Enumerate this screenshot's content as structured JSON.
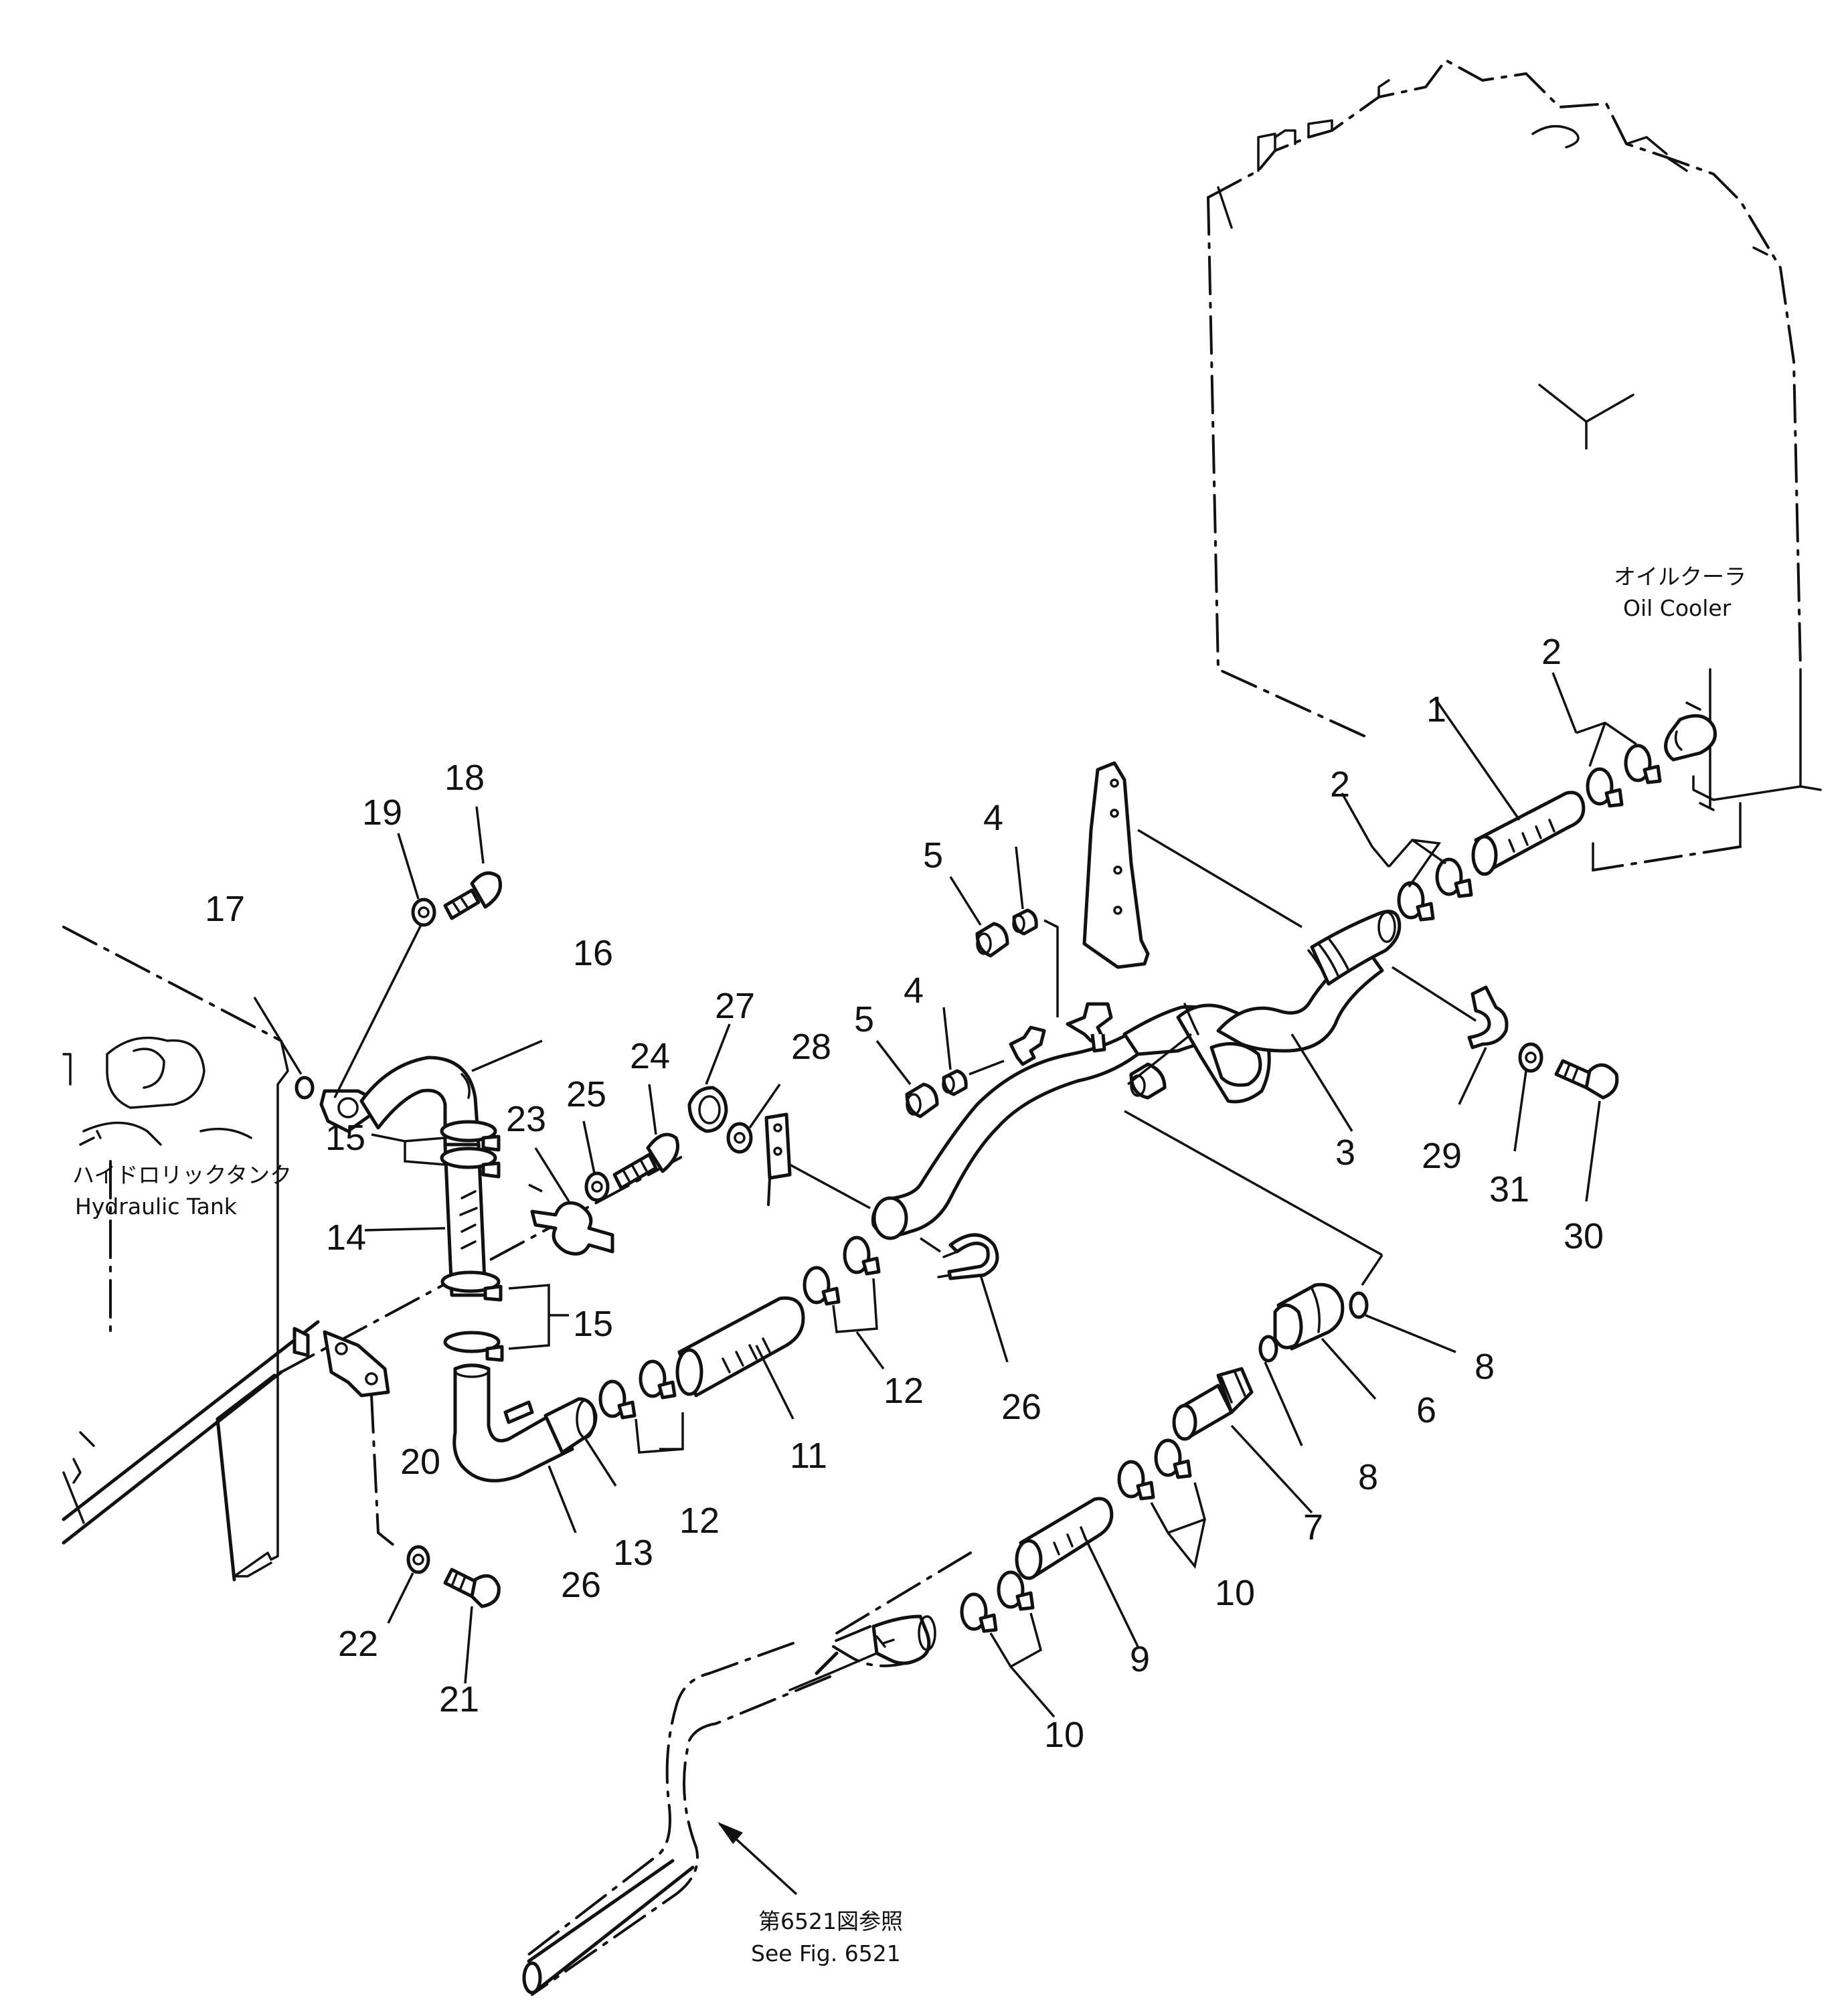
{
  "labels": {
    "oil_cooler_jp": "オイルクーラ",
    "oil_cooler_en": "Oil Cooler",
    "hydraulic_tank_jp": "ハイドロリックタンク",
    "hydraulic_tank_en": "Hydraulic Tank",
    "see_fig_jp": "第6521図参照",
    "see_fig_en": "See Fig. 6521"
  },
  "callouts": {
    "p1": "1",
    "p2a": "2",
    "p2b": "2",
    "p3": "3",
    "p4a": "4",
    "p4b": "4",
    "p5a": "5",
    "p5b": "5",
    "p6": "6",
    "p7": "7",
    "p8a": "8",
    "p8b": "8",
    "p9": "9",
    "p10a": "10",
    "p10b": "10",
    "p11": "11",
    "p12a": "12",
    "p12b": "12",
    "p13": "13",
    "p14": "14",
    "p15a": "15",
    "p15b": "15",
    "p16": "16",
    "p17": "17",
    "p18": "18",
    "p19": "19",
    "p20": "20",
    "p21": "21",
    "p22": "22",
    "p23": "23",
    "p24": "24",
    "p25": "25",
    "p26a": "26",
    "p26b": "26",
    "p27": "27",
    "p28": "28",
    "p29": "29",
    "p30": "30",
    "p31": "31"
  }
}
